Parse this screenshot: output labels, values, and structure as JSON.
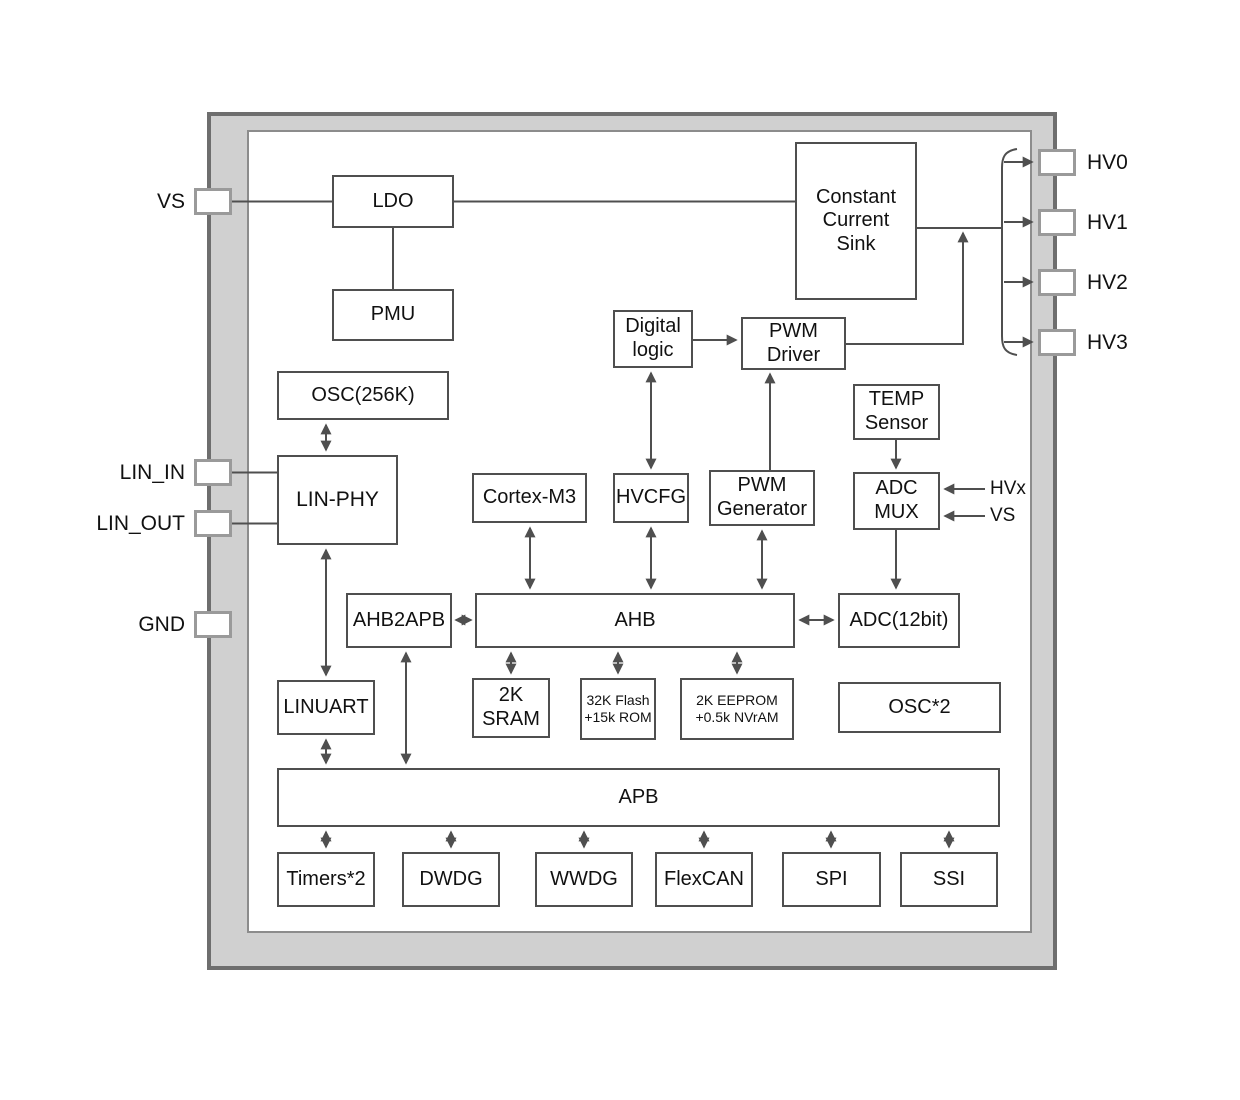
{
  "pins": {
    "left": [
      {
        "label": "VS"
      },
      {
        "label": "LIN_IN"
      },
      {
        "label": "LIN_OUT"
      },
      {
        "label": "GND"
      }
    ],
    "right": [
      {
        "label": "HV0"
      },
      {
        "label": "HV1"
      },
      {
        "label": "HV2"
      },
      {
        "label": "HV3"
      }
    ]
  },
  "blocks": {
    "ldo": "LDO",
    "constant_current_sink": "Constant\nCurrent\nSink",
    "pmu": "PMU",
    "digital_logic": "Digital\nlogic",
    "pwm_driver": "PWM\nDriver",
    "osc_256k": "OSC(256K)",
    "temp_sensor": "TEMP\nSensor",
    "lin_phy": "LIN-PHY",
    "cortex_m3": "Cortex-M3",
    "hvcfg": "HVCFG",
    "pwm_generator": "PWM\nGenerator",
    "adc_mux": "ADC\nMUX",
    "ahb2apb": "AHB2APB",
    "ahb": "AHB",
    "adc_12bit": "ADC(12bit)",
    "linuart": "LINUART",
    "sram_2k": "2K\nSRAM",
    "flash_32k": "32K Flash\n+15k ROM",
    "eeprom_2k": "2K EEPROM\n+0.5k NVrAM",
    "osc_x2": "OSC*2",
    "apb": "APB",
    "timers_x2": "Timers*2",
    "dwdg": "DWDG",
    "wwdg": "WWDG",
    "flexcan": "FlexCAN",
    "spi": "SPI",
    "ssi": "SSI"
  },
  "signal_labels": {
    "hvx": "HVx",
    "vs": "VS"
  },
  "colors": {
    "wire": "#4f4f4f",
    "box_border": "#4f4f4f",
    "chip_frame_fill": "#d0d0d0",
    "chip_frame_border": "#6e6e6e",
    "pin_border": "#9a9a9a",
    "text": "#111111"
  }
}
